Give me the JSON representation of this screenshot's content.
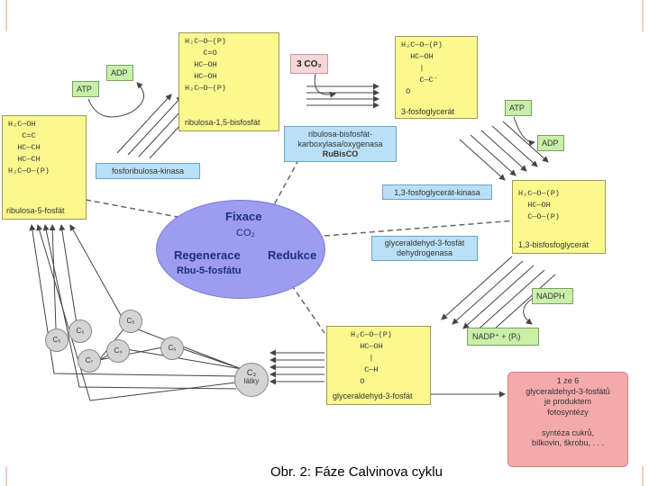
{
  "molecules": {
    "rubp": {
      "formula": [
        "H₂C—O—(P)",
        "    C=O",
        "  HC—OH",
        "  HC—OH",
        "H₂C—O—(P)"
      ],
      "name": "ribulosa-1,5-bisfosfát"
    },
    "pga": {
      "formula": [
        "H₂C—O—(P)",
        "  HC—OH",
        "    |",
        "    C—C⁻",
        " O"
      ],
      "name": "3-fosfoglycerát"
    },
    "bpg": {
      "formula": [
        "H₂C—O—(P)",
        "  HC—OH",
        "  C—O—(P)"
      ],
      "name": "1,3-bisfosfoglycerát"
    },
    "g3p": {
      "formula": [
        "H₂C—O—(P)",
        "  HC—OH",
        "    |",
        "   C—H",
        "  O"
      ],
      "name": "glyceraldehyd-3-fosfát"
    },
    "ru5p": {
      "formula": [
        "H₂C—OH",
        "   C=C",
        "  HC—CH",
        "  HC—CH",
        "H₂C—O—(P)"
      ],
      "name": "ribulosa-5-fosfát"
    }
  },
  "cofactors": {
    "atp_left": "ATP",
    "adp_left": "ADP",
    "atp_right": "ATP",
    "adp_right": "ADP",
    "nadph": "NADPH",
    "nadp": "NADP⁺ + (Pᵢ)"
  },
  "co2": "3 CO₂",
  "enzymes": {
    "rubisco_line1": "ribulosa-bisfosfát-",
    "rubisco_line2": "karboxylasa/oxygenasa",
    "rubisco_name": "RuBisCO",
    "kinase_left": "fosforibulosa-kinasa",
    "kinase_right": "1,3-fosfoglycerát-kinasa",
    "dehydrogenase_line1": "glyceraldehyd-3-fosfát",
    "dehydrogenase_line2": "dehydrogenasa"
  },
  "center": {
    "fixace": "Fixace",
    "co2": "CO₂",
    "regenerace": "Regenerace",
    "redukce": "Redukce",
    "rbu": "Rbu-5-fosfátu"
  },
  "circles": {
    "c5a": "C₅",
    "c5b": "C₅",
    "c5c": "C₅",
    "c4": "C₄",
    "c7": "C₇",
    "c6": "C₆",
    "c3": "C₃",
    "c3_sub": "látky"
  },
  "product_note": [
    "1 ze 6",
    "glyceraldehyd-3-fosfátů",
    "je produktem",
    "fotosyntézy",
    "",
    "syntéza cukrů,",
    "bílkovin, škrobu, . . ."
  ],
  "caption": "Obr. 2: Fáze Calvinova cyklu",
  "colors": {
    "yellow": "#fbf98e",
    "green": "#c9f0a9",
    "blue": "#b9e0f6",
    "center": "#9c9cf0",
    "note": "#f4aaaa",
    "circle": "#d4d4d4"
  }
}
